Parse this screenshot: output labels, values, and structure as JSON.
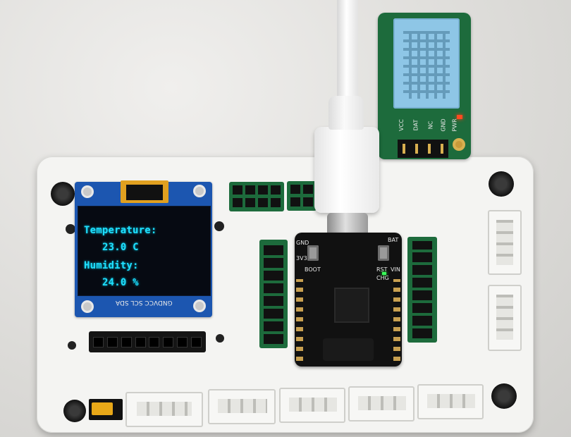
{
  "oled": {
    "line1": "Temperature:",
    "line2": "23.0 C",
    "line3": "Humidity:",
    "line4": "24.0 %",
    "pin_label": "GNDVCC SCL SDA"
  },
  "sensor": {
    "pins": [
      "VCC",
      "DAT",
      "NC",
      "GND"
    ],
    "pwr_label": "PWR"
  },
  "mcu": {
    "gnd_label": "GND",
    "v33_label": "3V3",
    "boot_label": "BOOT",
    "bat_label": "BAT",
    "rst_label": "RST",
    "vin_label": "VIN",
    "chg_label": "CHG"
  },
  "colors": {
    "base_plate": "#f4f4f2",
    "pcb_green": "#1d6b3c",
    "oled_blue": "#1c56b0",
    "oled_text": "#1fe0ff",
    "dht_blue": "#8ec6e6"
  }
}
